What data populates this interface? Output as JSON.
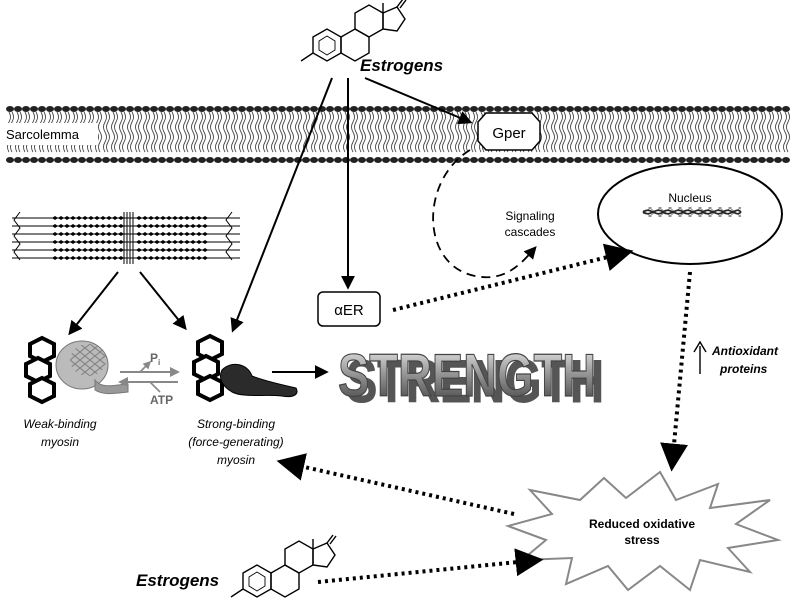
{
  "labels": {
    "estrogens_top": "Estrogens",
    "estrogens_bottom": "Estrogens",
    "sarcolemma": "Sarcolemma",
    "gper": "Gper",
    "nucleus": "Nucleus",
    "signaling_line1": "Signaling",
    "signaling_line2": "cascades",
    "alpha_er": "αER",
    "strength": "STRENGTH",
    "pi": "P",
    "pi_sub": "i",
    "atp": "ATP",
    "weak_line1": "Weak-binding",
    "weak_line2": "myosin",
    "strong_line1": "Strong-binding",
    "strong_line2": "(force-generating)",
    "strong_line3": "myosin",
    "antioxidant_line1": "Antioxidant",
    "antioxidant_line2": "proteins",
    "oxidative_line1": "Reduced oxidative",
    "oxidative_line2": "stress"
  },
  "colors": {
    "membrane_head": "#222222",
    "strength_light": "#eeeeee",
    "strength_dark": "#555555",
    "weak_head": "#aaaaaa",
    "strong_head": "#2b2b2b",
    "arrow_gray": "#888888"
  }
}
